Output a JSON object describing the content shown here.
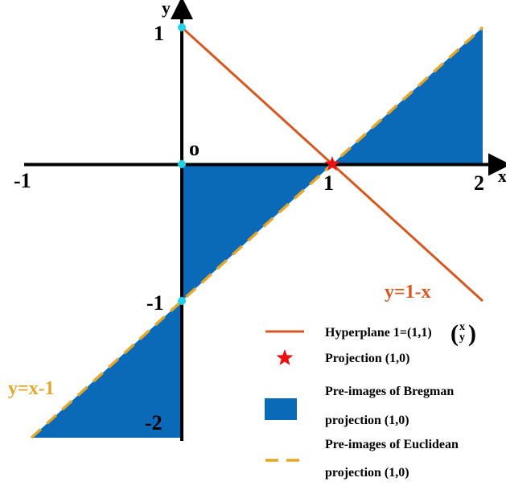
{
  "colors": {
    "axis": "#000000",
    "region": "#0a6ab8",
    "hyperplane": "#d4581f",
    "euclidean": "#e3a72b",
    "projection_star": "#ee1111",
    "points": "#22d3e8"
  },
  "axes": {
    "x_label": "x",
    "y_label": "y",
    "x_ticks": [
      "-1",
      "1",
      "2"
    ],
    "y_ticks": [
      "1",
      "-1",
      "-2"
    ],
    "origin_label": "o"
  },
  "labels": {
    "hyperplane_eq": "y=1-x",
    "euclidean_eq": "y=x-1"
  },
  "legend": {
    "hyperplane": {
      "text": "Hyperplane 1=(1,1)",
      "vector_top": "x",
      "vector_bottom": "y",
      "icon": "orange-line-icon"
    },
    "projection": {
      "text": "Projection  (1,0)",
      "icon": "red-star-icon"
    },
    "bregman": {
      "line1": "Pre-images of Bregman",
      "line2": "projection (1,0)",
      "icon": "blue-square-icon"
    },
    "euclidean": {
      "line1": "Pre-images of Euclidean",
      "line2": "projection (1,0)",
      "icon": "orange-dashed-line-icon"
    }
  },
  "chart_data": {
    "type": "diagram",
    "x_range": [
      -1,
      2
    ],
    "y_range": [
      -2,
      1
    ],
    "lines": [
      {
        "equation": "y=1-x",
        "from": [
          0,
          1
        ],
        "to": [
          2,
          -1
        ]
      },
      {
        "equation": "y=x-1",
        "from": [
          -1,
          -2
        ],
        "to": [
          2,
          1
        ],
        "style": "dashed"
      }
    ],
    "regions": [
      {
        "vertices": [
          [
            1,
            0
          ],
          [
            2,
            1
          ],
          [
            2,
            0
          ]
        ]
      },
      {
        "vertices": [
          [
            0,
            0
          ],
          [
            1,
            0
          ],
          [
            0,
            -1
          ]
        ]
      },
      {
        "vertices": [
          [
            0,
            -1
          ],
          [
            -1,
            -2
          ],
          [
            0,
            -2
          ]
        ]
      }
    ],
    "projection_point": [
      1,
      0
    ],
    "marked_points": [
      [
        0,
        1
      ],
      [
        0,
        0
      ],
      [
        0,
        -1
      ]
    ]
  }
}
